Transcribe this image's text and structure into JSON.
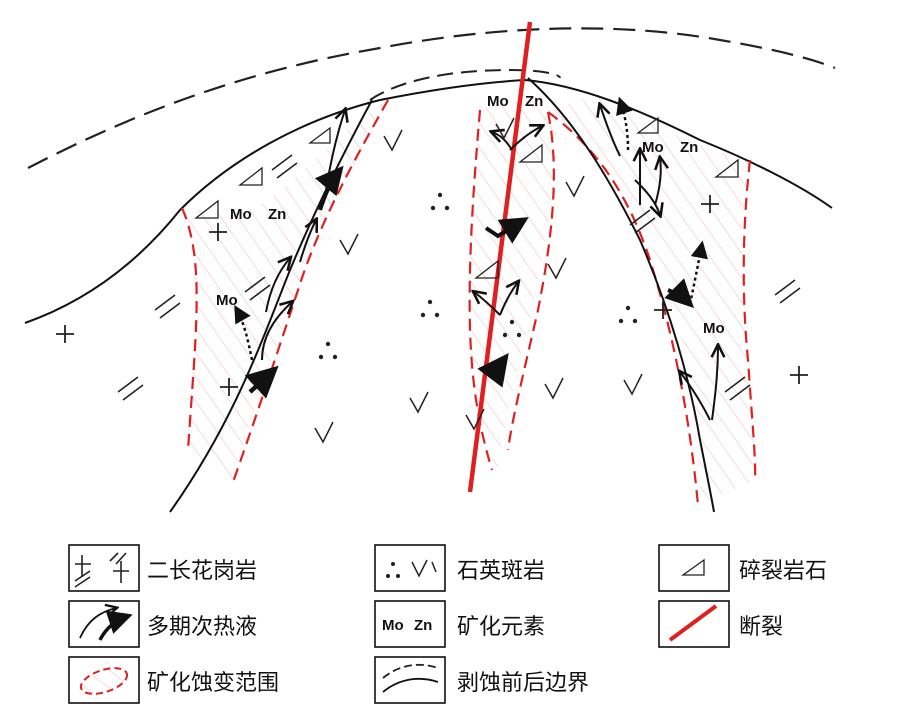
{
  "map_labels": {
    "mo_zn_top": {
      "mo": "Mo",
      "zn": "Zn"
    },
    "mo_zn_left": {
      "mo": "Mo",
      "zn": "Zn"
    },
    "mo_zn_right": {
      "mo": "Mo",
      "zn": "Zn"
    },
    "mo_left": "Mo",
    "mo_right": "Mo"
  },
  "legend": {
    "granite": "二长花岗岩",
    "porphyry": "石英斑岩",
    "breccia": "碎裂岩石",
    "fluid": "多期次热液",
    "element": "矿化元素",
    "element_sample": {
      "mo": "Mo",
      "zn": "Zn"
    },
    "fault": "断裂",
    "alteration": "矿化蚀变范围",
    "erosion": "剥蚀前后边界"
  },
  "colors": {
    "red": "#e02020",
    "hatch": "#f5b8b8",
    "ink": "#111111"
  }
}
